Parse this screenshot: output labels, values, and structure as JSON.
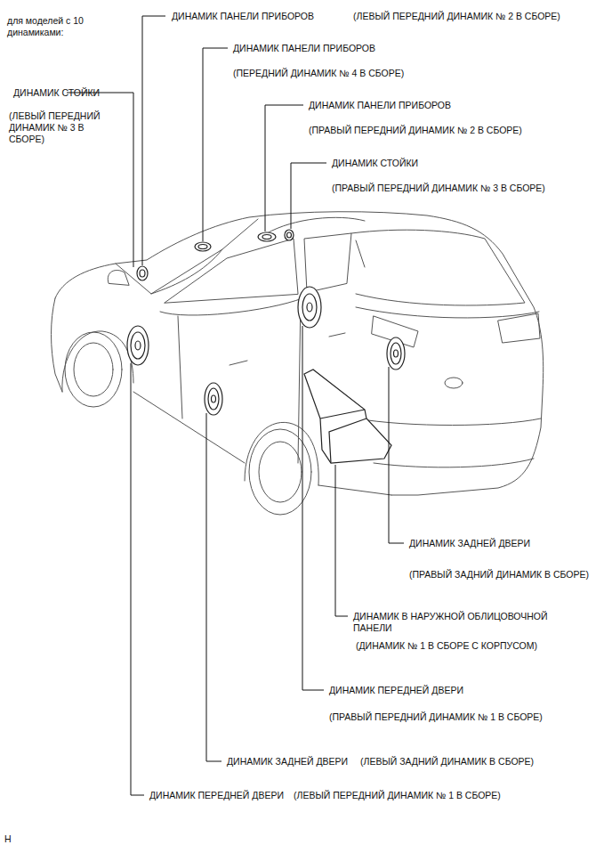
{
  "diagram": {
    "labels": [
      "для моделей с 10 динамиками:",
      "ДИНАМИК ПАНЕЛИ ПРИБОРОВ",
      "(ЛЕВЫЙ ПЕРЕДНИЙ ДИНАМИК № 2 В СБОРЕ)",
      "ДИНАМИК ПАНЕЛИ ПРИБОРОВ",
      "(ПЕРЕДНИЙ ДИНАМИК № 4 В СБОРЕ)",
      "ДИНАМИК СТОЙКИ",
      "(ЛЕВЫЙ ПЕРЕДНИЙ ДИНАМИК № 3 В СБОРЕ)",
      "ДИНАМИК ПАНЕЛИ ПРИБОРОВ",
      "(ПРАВЫЙ ПЕРЕДНИЙ ДИНАМИК № 2 В СБОРЕ)",
      "ДИНАМИК СТОЙКИ",
      "(ПРАВЫЙ ПЕРЕДНИЙ ДИНАМИК № 3 В СБОРЕ)",
      "ДИНАМИК ЗАДНЕЙ ДВЕРИ",
      "(ПРАВЫЙ ЗАДНИЙ ДИНАМИК В СБОРЕ)",
      "ДИНАМИК В НАРУЖНОЙ ОБЛИЦОВОЧНОЙ ПАНЕЛИ",
      "(ДИНАМИК № 1 В СБОРЕ С КОРПУСОМ)",
      "ДИНАМИК ПЕРЕДНЕЙ ДВЕРИ",
      "(ПРАВЫЙ ПЕРЕДНИЙ ДИНАМИК № 1 В СБОРЕ)",
      "ДИНАМИК ЗАДНЕЙ ДВЕРИ",
      "(ЛЕВЫЙ ЗАДНИЙ ДИНАМИК В СБОРЕ)",
      "ДИНАМИК ПЕРЕДНЕЙ ДВЕРИ",
      "(ЛЕВЫЙ ПЕРЕДНИЙ ДИНАМИК № 1 В СБОРЕ)",
      "H"
    ]
  }
}
